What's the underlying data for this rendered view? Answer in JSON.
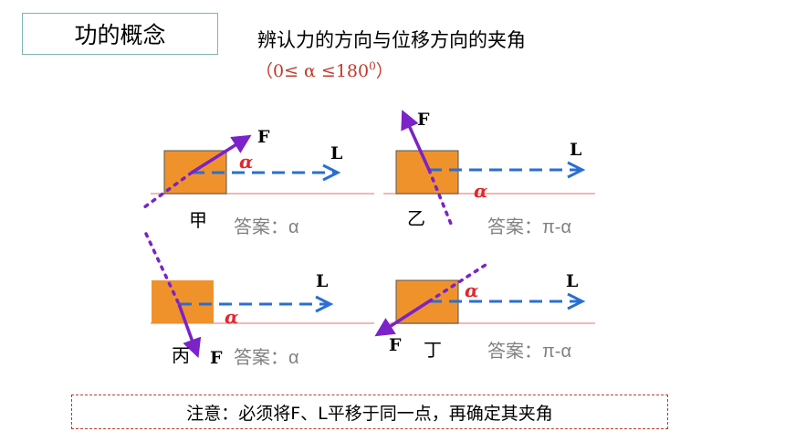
{
  "title": "功的概念",
  "subtitle": "辨认力的方向与位移方向的夹角",
  "range": {
    "text": "（0≤ α ≤180",
    "sup": "0",
    "close": "）"
  },
  "colors": {
    "block": "#f0922b",
    "force": "#7b22c8",
    "displacement": "#2a6fd1",
    "angle": "#e0282e",
    "answer": "#808080",
    "ground": "#f2b8b3"
  },
  "cases": [
    {
      "name": "甲",
      "answer": "答案：α",
      "force_label": "F",
      "disp_label": "L",
      "angle_label": "α"
    },
    {
      "name": "乙",
      "answer": "答案：π-α",
      "force_label": "F",
      "disp_label": "L",
      "angle_label": "α"
    },
    {
      "name": "丙",
      "answer": "答案：α",
      "force_label": "F",
      "disp_label": "L",
      "angle_label": "α"
    },
    {
      "name": "丁",
      "answer": "答案：π-α",
      "force_label": "F",
      "disp_label": "L",
      "angle_label": "α"
    }
  ],
  "note": "注意：必须将F、L平移于同一点，再确定其夹角"
}
